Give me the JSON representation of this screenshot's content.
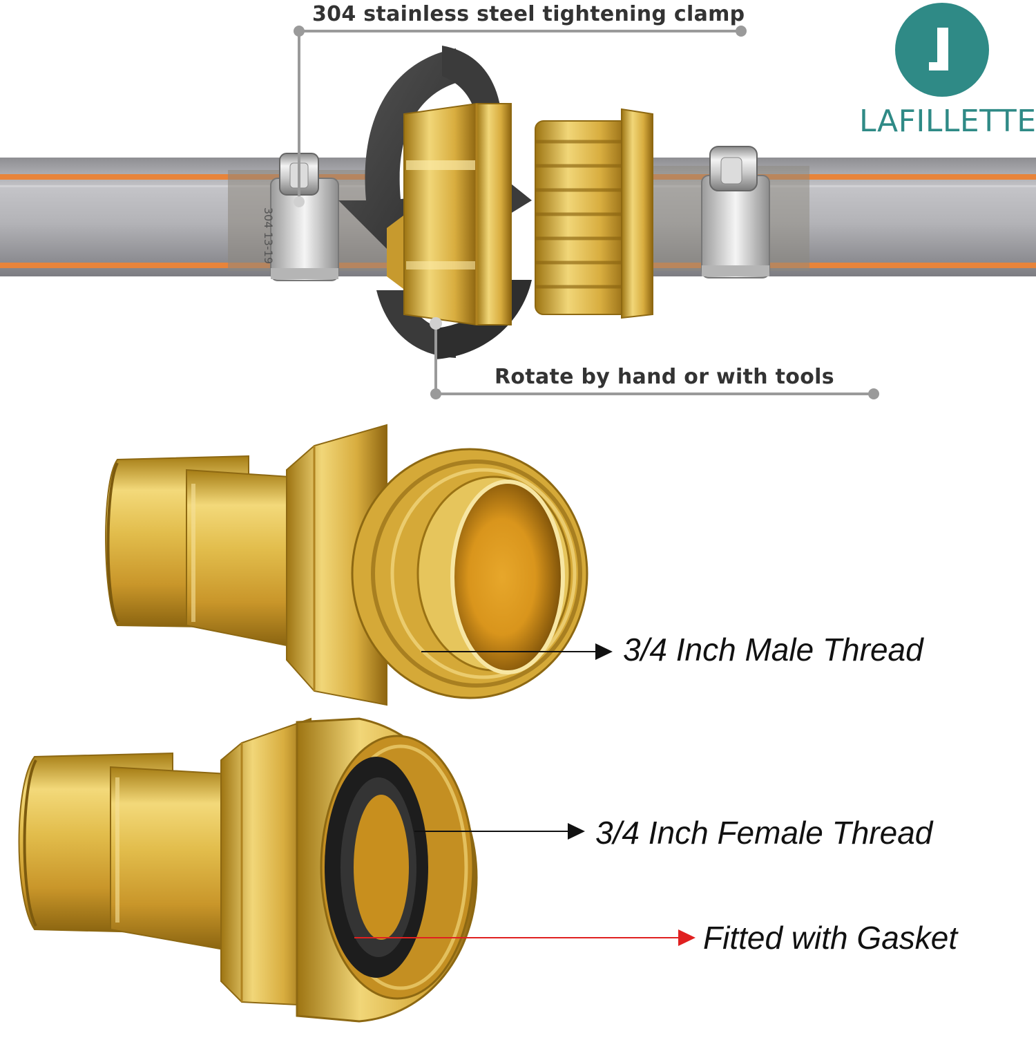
{
  "brand": {
    "name": "LAFILLETTE",
    "color": "#2f8a86"
  },
  "callouts": {
    "clamp": "304 stainless steel tightening clamp",
    "rotate": "Rotate by hand or with tools",
    "male_thread": "3/4 Inch Male Thread",
    "female_thread": "3/4 Inch Female Thread",
    "gasket": "Fitted with Gasket"
  },
  "clamp_stamp": "304 13-19",
  "colors": {
    "brass": "#d9b13f",
    "hose_gray": "#a9a9ad",
    "hose_stripe": "#e8843a",
    "gasket_arrow": "#e02020",
    "leader_gray": "#9a9a9a"
  }
}
